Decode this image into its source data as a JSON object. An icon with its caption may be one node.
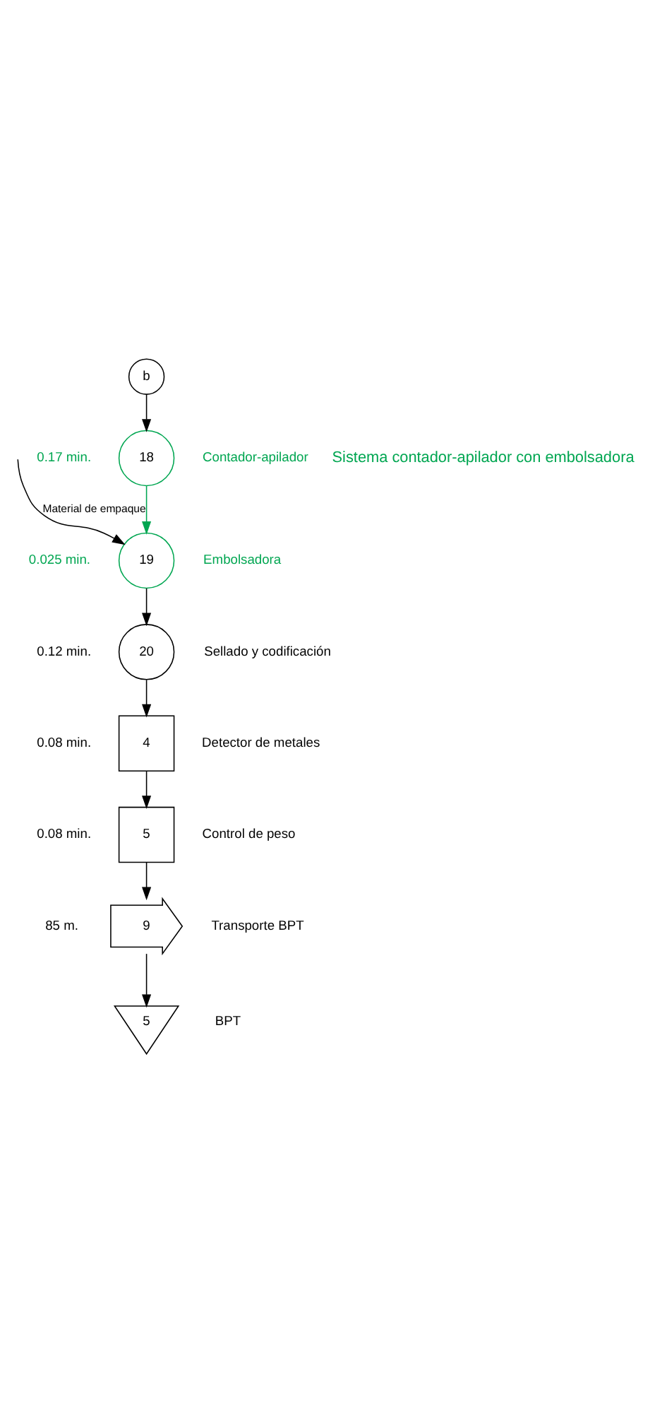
{
  "diagram": {
    "nodes": [
      {
        "text": [
          "b"
        ]
      },
      {
        "text": [
          "18"
        ],
        "beside": [
          "0.17 min.",
          "Contador-apilador"
        ]
      },
      {
        "text": [
          "19"
        ],
        "beside": [
          "0.025 min.",
          "Embolsadora"
        ]
      },
      {
        "text": [
          "20"
        ],
        "beside": [
          "0.12 min.",
          "Sellado y codificación"
        ]
      },
      {
        "text": [
          "4"
        ],
        "beside": [
          "0.08 min.",
          "Detector de metales"
        ]
      },
      {
        "text": [
          "5"
        ],
        "beside": [
          "0.08 min.",
          "Control de peso"
        ]
      },
      {
        "text": [
          "9"
        ],
        "beside": [
          "85 m.",
          "Transporte BPT"
        ]
      },
      {
        "text": [
          "5"
        ],
        "beside": [
          "BPT"
        ]
      }
    ],
    "edges": [
      {
        "from": 0,
        "to": 1,
        "arrow": "to"
      },
      {
        "from": 1,
        "to": 2,
        "arrow": "to",
        "color": "#00a651"
      },
      {
        "from": null,
        "to": 2,
        "arrow": "to",
        "label": "Material de empaque"
      },
      {
        "from": 2,
        "to": 3,
        "arrow": "to"
      },
      {
        "from": 3,
        "to": 4,
        "arrow": "to"
      },
      {
        "from": 4,
        "to": 5,
        "arrow": "to"
      },
      {
        "from": 5,
        "to": 6,
        "arrow": "to"
      },
      {
        "from": 6,
        "to": 7,
        "arrow": "to"
      }
    ],
    "labels": [
      "Sistema contador-apilador con embolsadora"
    ]
  }
}
